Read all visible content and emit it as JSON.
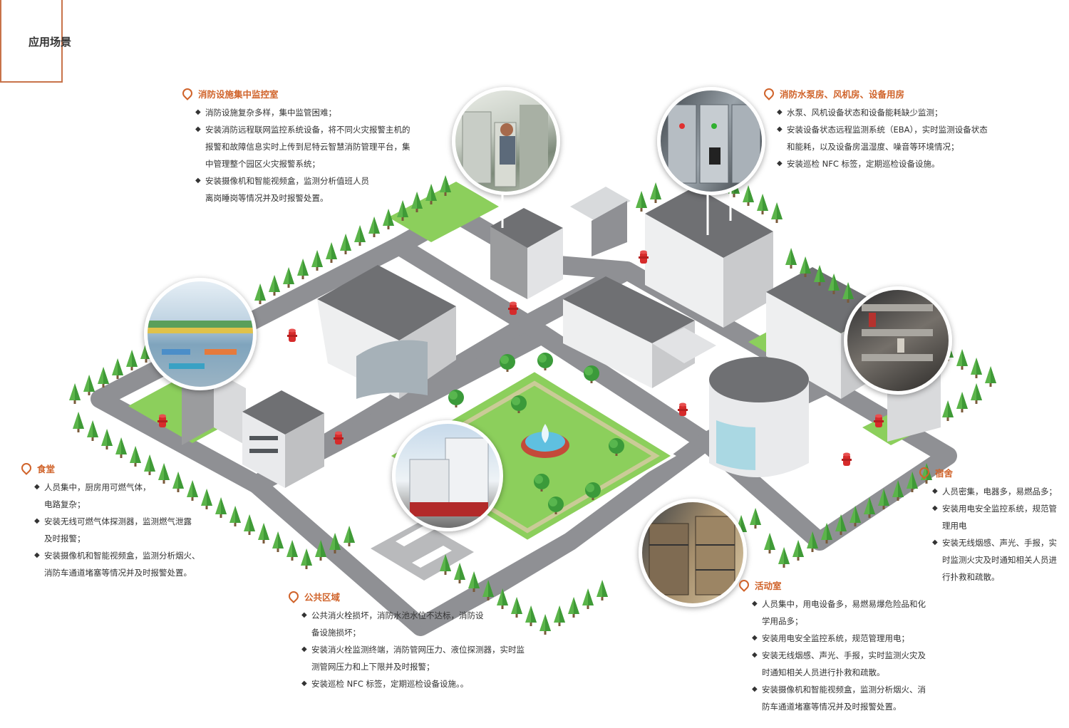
{
  "page_title": "应用场景",
  "colors": {
    "accent": "#d0632a",
    "frame": "#c8734a",
    "road": "#8f9094",
    "grass": "#8ccf5c",
    "tree": "#57b347",
    "building": "#e6e7e9",
    "roof": "#6f7073",
    "hydrant": "#d62b2b"
  },
  "sections": {
    "monitoring_room": {
      "title": "消防设施集中监控室",
      "items": [
        "消防设施复杂多样，集中监管困难；",
        "安装消防远程联网监控系统设备，将不同火灾报警主机的报警和故障信息实时上传到尼特云智慧消防管理平台，集中管理整个园区火灾报警系统；",
        "安装摄像机和智能视频盒，监测分析值班人员离岗睡岗等情况并及时报警处置。"
      ]
    },
    "pump_room": {
      "title": "消防水泵房、风机房、设备用房",
      "items": [
        "水泵、风机设备状态和设备能耗缺少监测；",
        "安装设备状态远程监测系统（EBA），实时监测设备状态和能耗，以及设备房温湿度、噪音等环境情况；",
        "安装巡检 NFC 标签，定期巡检设备设施。"
      ]
    },
    "canteen": {
      "title": "食堂",
      "items": [
        "人员集中，厨房用可燃气体，电路复杂；",
        "安装无线可燃气体探测器，监测燃气泄露及时报警；",
        "安装摄像机和智能视频盒，监测分析烟火、消防车通道堵塞等情况并及时报警处置。"
      ]
    },
    "public_area": {
      "title": "公共区域",
      "items": [
        "公共消火栓损坏，消防水池水位不达标，消防设备设施损坏；",
        "安装消火栓监测终端，消防管网压力、液位探测器，实时监测管网压力和上下限并及时报警；",
        "安装巡检 NFC 标签，定期巡检设备设施。。"
      ]
    },
    "activity_room": {
      "title": "活动室",
      "items": [
        "人员集中，用电设备多，易燃易爆危险品和化学用品多；",
        "安装用电安全监控系统，规范管理用电；",
        "安装无线烟感、声光、手报，实时监测火灾及时通知相关人员进行扑救和疏散。",
        "安装摄像机和智能视频盒，监测分析烟火、消防车通道堵塞等情况并及时报警处置。"
      ]
    },
    "dormitory": {
      "title": "宿舍",
      "items": [
        "人员密集，电器多，易燃品多；",
        "安装用电安全监控系统，规范管理用电",
        "安装无线烟感、声光、手报，实时监测火灾及时通知相关人员进行扑救和疏散。"
      ]
    }
  }
}
